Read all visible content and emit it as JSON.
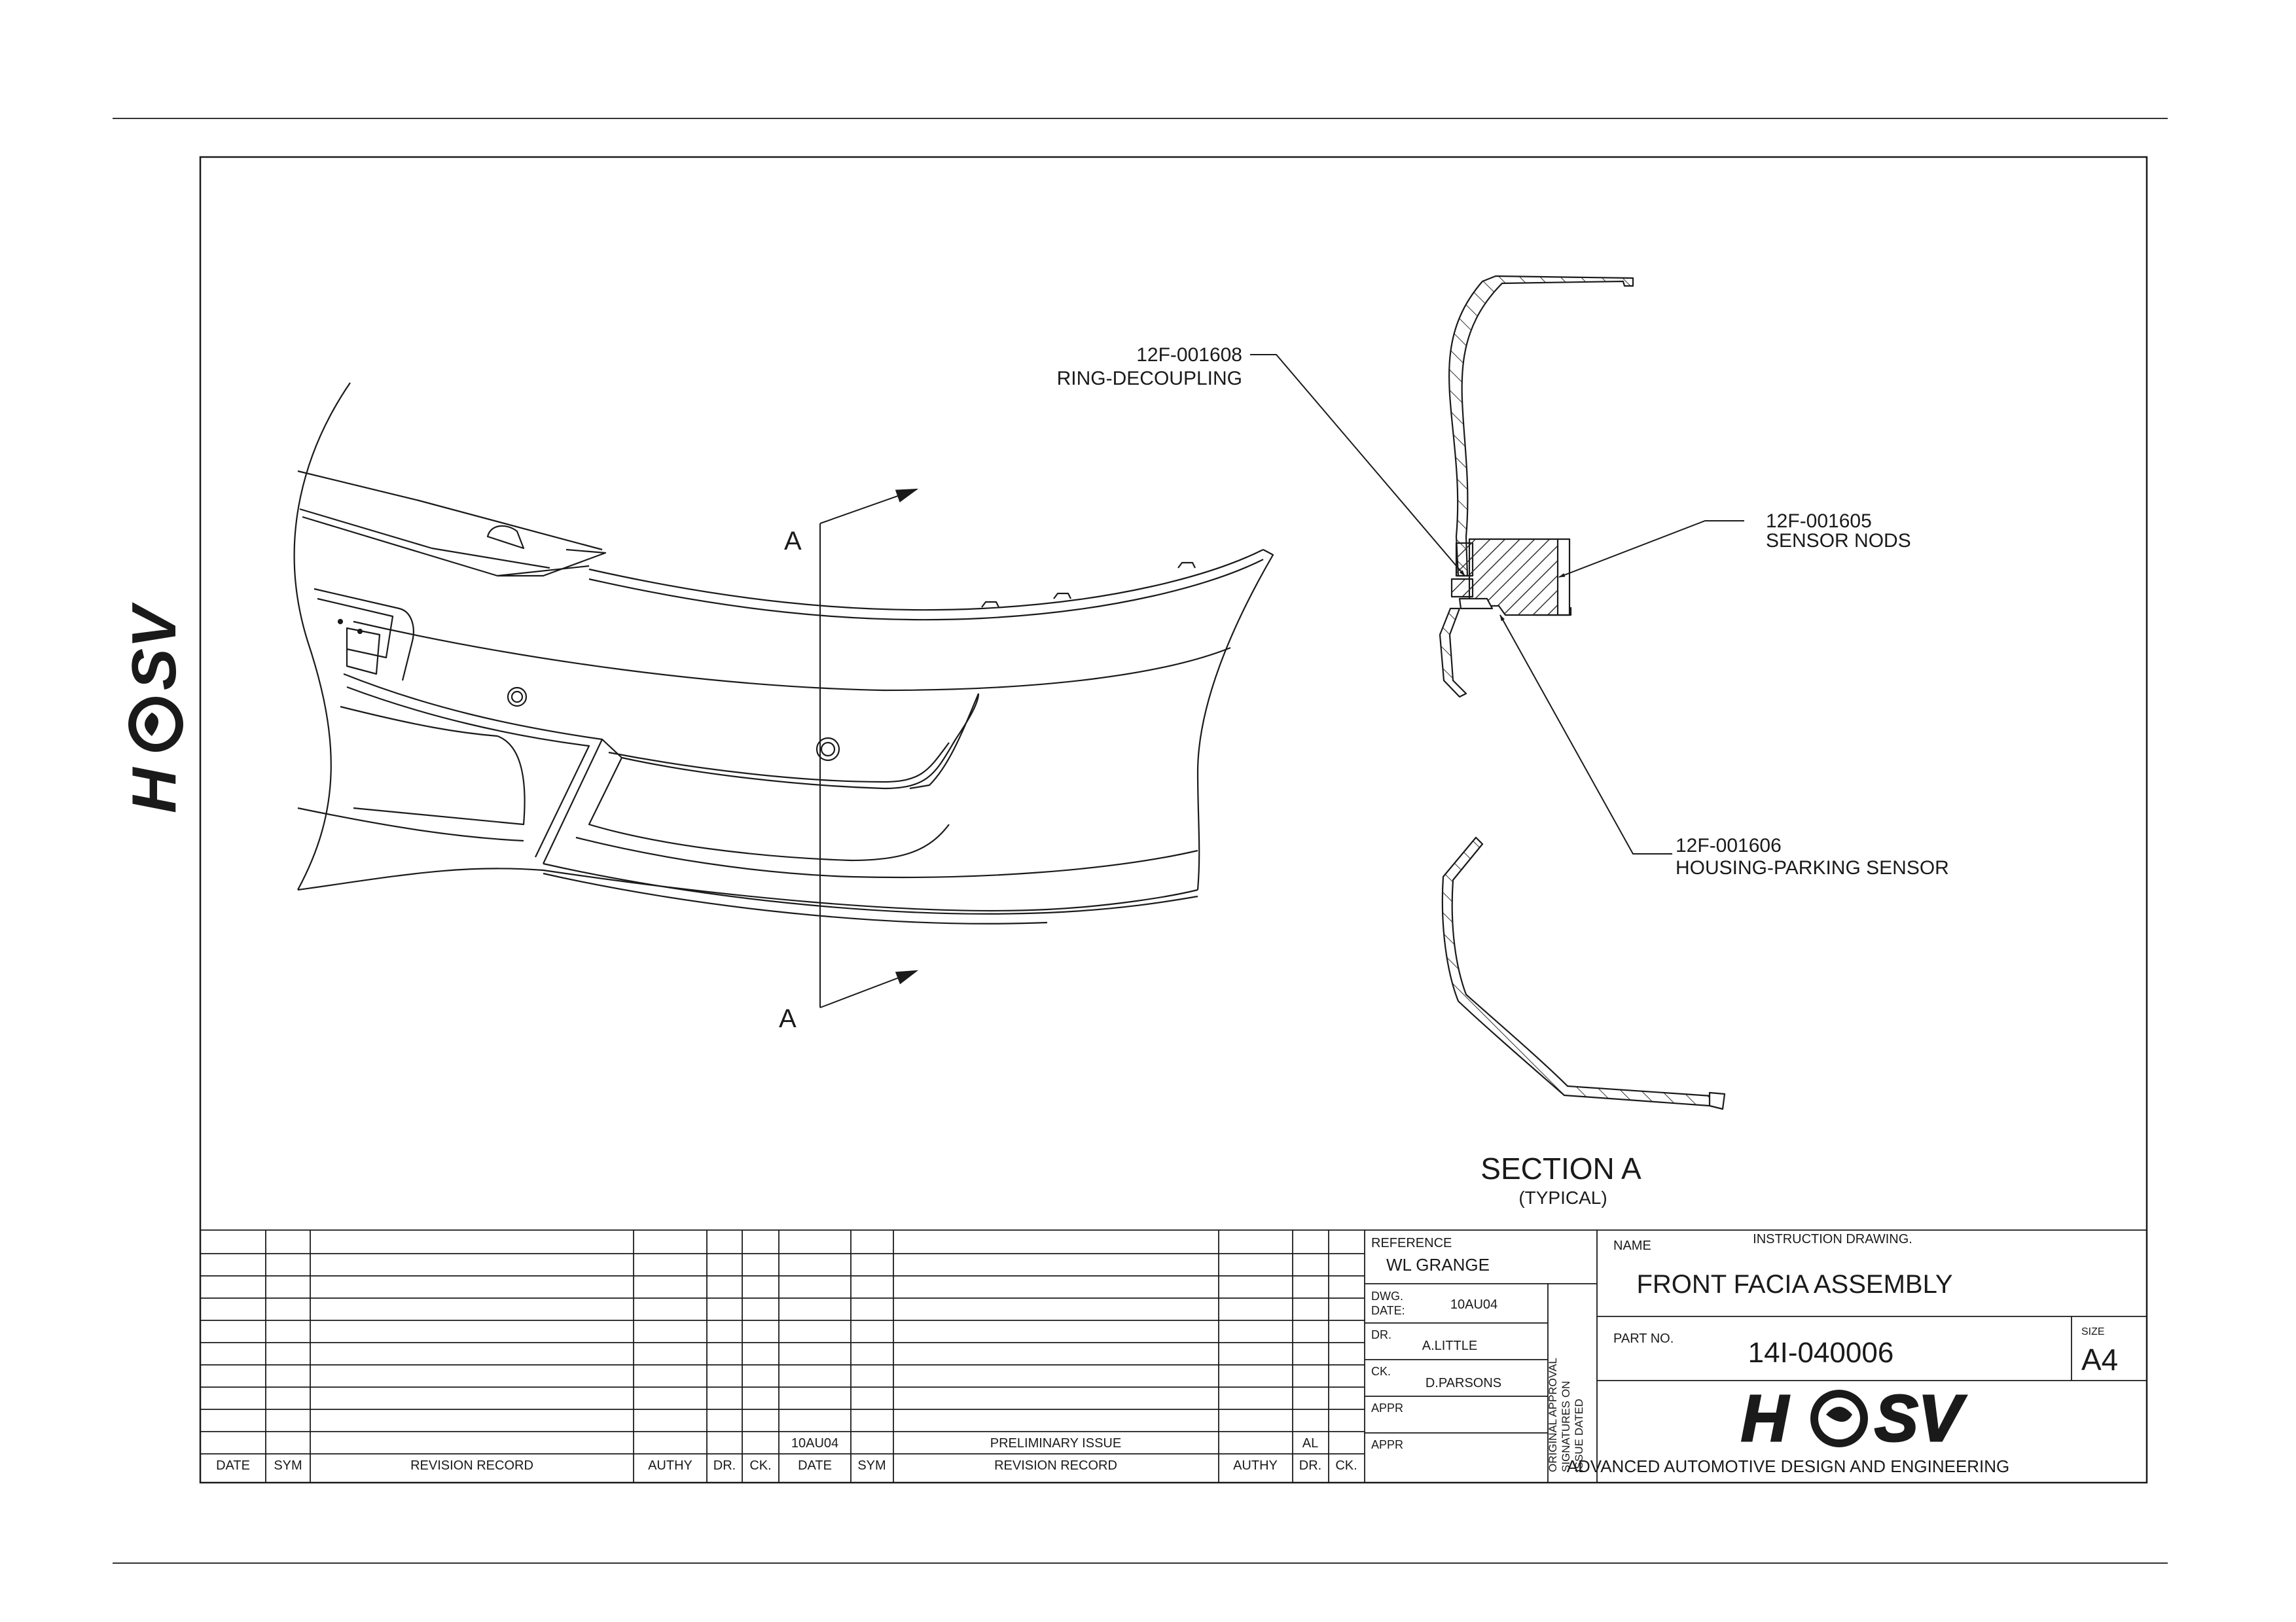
{
  "callouts": {
    "ring": {
      "part": "12F-001608",
      "name": "RING-DECOUPLING"
    },
    "sensor": {
      "part": "12F-001605",
      "name": "SENSOR NODS"
    },
    "housing": {
      "part": "12F-001606",
      "name": "HOUSING-PARKING SENSOR"
    }
  },
  "section_marker": {
    "label": "A"
  },
  "section_view": {
    "title": "SECTION A",
    "subtitle": "(TYPICAL)"
  },
  "revision_table": {
    "headers_left": [
      "DATE",
      "SYM",
      "REVISION RECORD",
      "AUTHY",
      "DR.",
      "CK."
    ],
    "headers_right": [
      "DATE",
      "SYM",
      "REVISION RECORD",
      "AUTHY",
      "DR.",
      "CK."
    ],
    "entry": {
      "date": "10AU04",
      "record": "PRELIMINARY ISSUE",
      "dr": "AL"
    }
  },
  "title_block": {
    "reference_label": "REFERENCE",
    "reference": "WL GRANGE",
    "dwg_date_label_1": "DWG.",
    "dwg_date_label_2": "DATE:",
    "dwg_date": "10AU04",
    "dr_label": "DR.",
    "dr": "A.LITTLE",
    "ck_label": "CK.",
    "ck": "D.PARSONS",
    "appr_label_1": "APPR",
    "appr_label_2": "APPR",
    "approval_note_1": "ORIGINAL APPROVAL",
    "approval_note_2": "SIGNATURES ON",
    "approval_note_3": "ISSUE DATED",
    "name_label": "NAME",
    "drawing_type": "INSTRUCTION DRAWING.",
    "name": "FRONT FACIA ASSEMBLY",
    "part_no_label": "PART NO.",
    "part_no": "14I-040006",
    "size_label": "SIZE",
    "size": "A4",
    "company": "ADVANCED AUTOMOTIVE DESIGN AND ENGINEERING"
  },
  "logo": {
    "left_letter": "H",
    "right_letters": "SV"
  },
  "colors": {
    "line": "#1a1a1a",
    "hatch": "#333333",
    "bg": "#ffffff"
  }
}
